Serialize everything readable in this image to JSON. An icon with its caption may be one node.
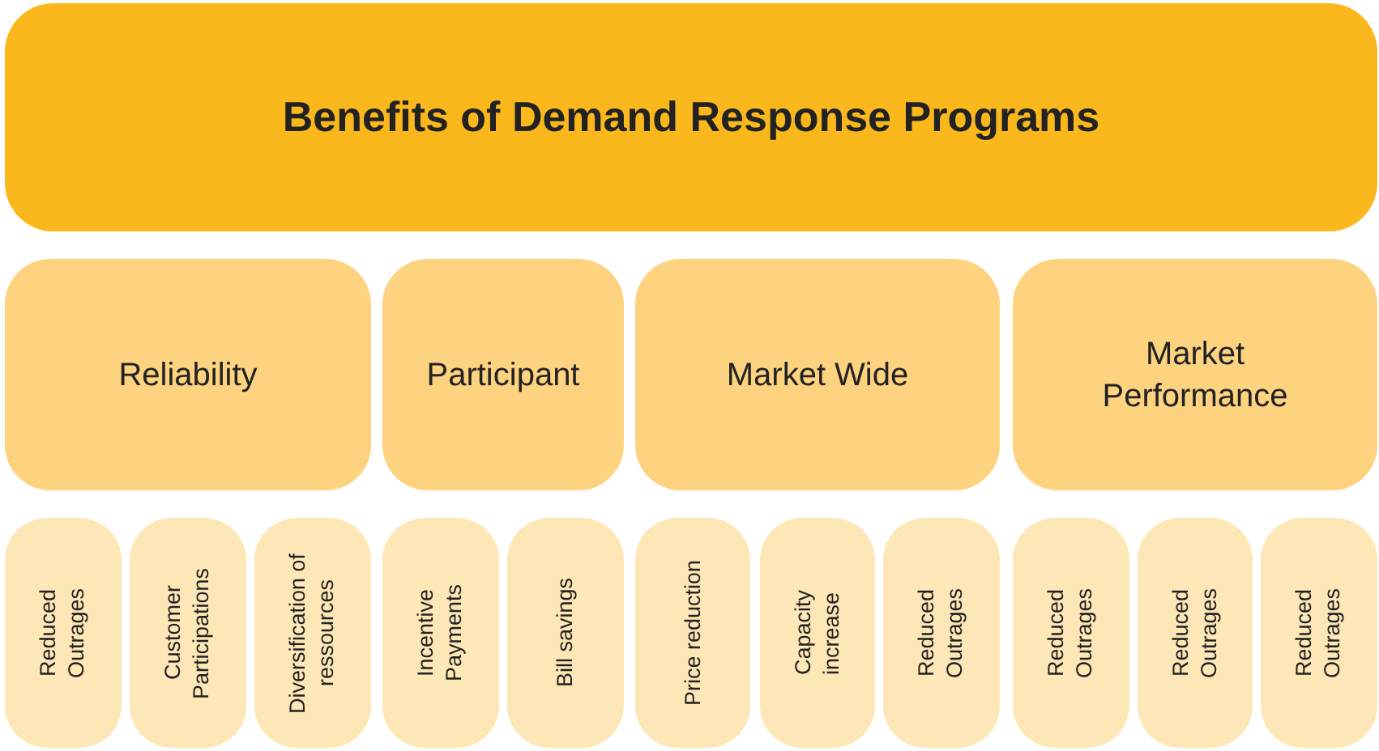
{
  "diagram": {
    "nodes": [
      {
        "text": [
          "Benefits of Demand Response Programs"
        ]
      },
      {
        "text": [
          "Reliability"
        ]
      },
      {
        "text": [
          "Participant"
        ]
      },
      {
        "text": [
          "Market Wide"
        ]
      },
      {
        "text": [
          "Market Performance"
        ]
      },
      {
        "text": [
          "Reduced Outrages"
        ]
      },
      {
        "text": [
          "Customer Participations"
        ]
      },
      {
        "text": [
          "Diversification of ressources"
        ]
      },
      {
        "text": [
          "Incentive Payments"
        ]
      },
      {
        "text": [
          "Bill savings"
        ]
      },
      {
        "text": [
          "Price reduction"
        ]
      },
      {
        "text": [
          "Capacity increase"
        ]
      },
      {
        "text": [
          "Reduced Outrages"
        ]
      },
      {
        "text": [
          "Reduced Outrages"
        ]
      },
      {
        "text": [
          "Reduced Outrages"
        ]
      },
      {
        "text": [
          "Reduced Outrages"
        ]
      }
    ]
  }
}
